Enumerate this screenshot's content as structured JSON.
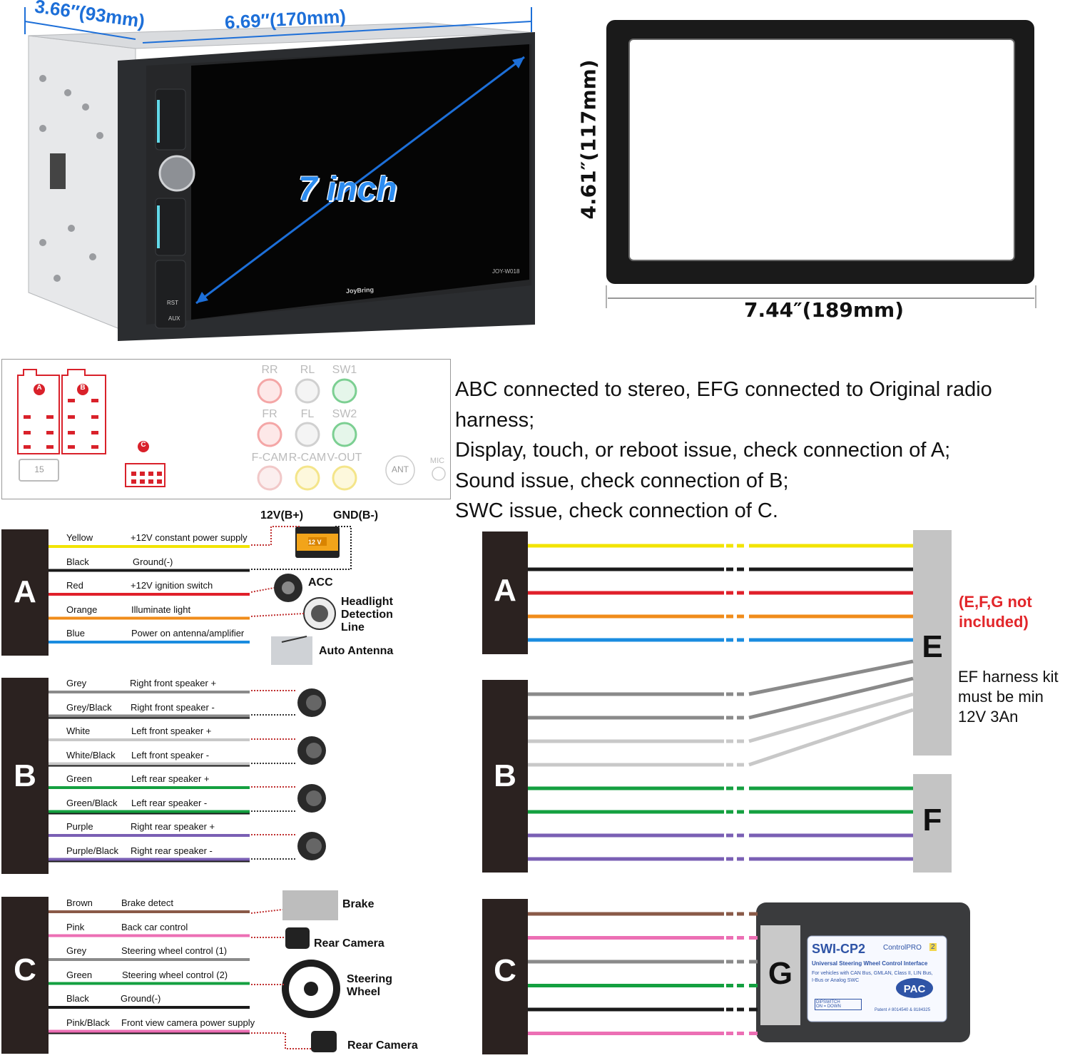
{
  "head_unit": {
    "depth_label": "3.66″(93mm)",
    "width_label": "6.69″(170mm)",
    "screen_label": "7 inch",
    "brand": "JoyBring",
    "model": "JOY-W018",
    "rst": "RST",
    "aux": "AUX"
  },
  "frame": {
    "height_label": "4.61″(117mm)",
    "width_label": "7.44″(189mm)"
  },
  "connector_panel": {
    "plug_a": "A",
    "plug_b": "B",
    "plug_c": "C",
    "fuse": "15",
    "rca_row1": [
      "RR",
      "RL",
      "SW1"
    ],
    "rca_row2": [
      "FR",
      "FL",
      "SW2"
    ],
    "rca_row3": [
      "F-CAM",
      "R-CAM",
      "V-OUT"
    ],
    "ant": "ANT",
    "mic": "MIC",
    "colors": {
      "pink": "#f4a6a6",
      "white": "#d0d0d0",
      "green": "#7ccf92",
      "yellow": "#f4e58a",
      "red": "#d9212a"
    }
  },
  "notes": [
    "ABC connected to stereo, EFG connected to Original radio harness;",
    "Display, touch, or reboot issue, check connection of A;",
    "Sound issue, check connection of B;",
    "SWC issue, check connection of C."
  ],
  "power": {
    "b_plus": "12V(B+)",
    "gnd": "GND(B-)",
    "battery": "12 V"
  },
  "harness_a": {
    "letter": "A",
    "wires": [
      {
        "color": "Yellow",
        "function": "+12V constant power supply",
        "hex": "#f2e400"
      },
      {
        "color": "Black",
        "function": "Ground(-)",
        "hex": "#1a1a1a"
      },
      {
        "color": "Red",
        "function": "+12V ignition switch",
        "hex": "#e0202a"
      },
      {
        "color": "Orange",
        "function": "Illuminate light",
        "hex": "#f08c1a"
      },
      {
        "color": "Blue",
        "function": "Power on antenna/amplifier",
        "hex": "#1a8ce0"
      }
    ],
    "peripherals": [
      "ACC",
      "Headlight Detection Line",
      "Auto Antenna"
    ]
  },
  "harness_b": {
    "letter": "B",
    "wires": [
      {
        "color": "Grey",
        "function": "Right front speaker +",
        "hex": "#8a8a8a"
      },
      {
        "color": "Grey/Black",
        "function": "Right front speaker -",
        "hex": "#8a8a8a"
      },
      {
        "color": "White",
        "function": "Left front speaker +",
        "hex": "#c8c8c8"
      },
      {
        "color": "White/Black",
        "function": "Left front speaker -",
        "hex": "#c8c8c8"
      },
      {
        "color": "Green",
        "function": "Left rear speaker +",
        "hex": "#14a040"
      },
      {
        "color": "Green/Black",
        "function": "Left rear speaker -",
        "hex": "#14a040"
      },
      {
        "color": "Purple",
        "function": "Right rear speaker +",
        "hex": "#7a5fb4"
      },
      {
        "color": "Purple/Black",
        "function": "Right rear speaker -",
        "hex": "#7a5fb4"
      }
    ]
  },
  "harness_c": {
    "letter": "C",
    "wires": [
      {
        "color": "Brown",
        "function": "Brake detect",
        "hex": "#8a5a48"
      },
      {
        "color": "Pink",
        "function": "Back car control",
        "hex": "#ec6fb4"
      },
      {
        "color": "Grey",
        "function": "Steering wheel control (1)",
        "hex": "#8a8a8a"
      },
      {
        "color": "Green",
        "function": "Steering wheel control (2)",
        "hex": "#14a040"
      },
      {
        "color": "Black",
        "function": "Ground(-)",
        "hex": "#1a1a1a"
      },
      {
        "color": "Pink/Black",
        "function": "Front view camera power supply",
        "hex": "#ec6fb4"
      }
    ],
    "peripherals": [
      "Brake",
      "Rear Camera",
      "Steering Wheel",
      "Rear Camera"
    ]
  },
  "adapter": {
    "e": "E",
    "f": "F",
    "g": "G",
    "not_included": "(E,F,G not included)",
    "ef_note": "EF harness kit must be min 12V 3An"
  },
  "swc_module": {
    "model": "SWI-CP2",
    "series": "ControlPRO",
    "series_num": "2",
    "title": "Universal Steering Wheel Control Interface",
    "desc": "For vehicles with CAN Bus, GMLAN, Class II, LIN Bus, I-Bus or Analog SWC",
    "brand": "PAC",
    "dip": "DIPSWITCH",
    "dip2": "ON = DOWN",
    "patent": "Patent # 8014540 & 8184325"
  }
}
